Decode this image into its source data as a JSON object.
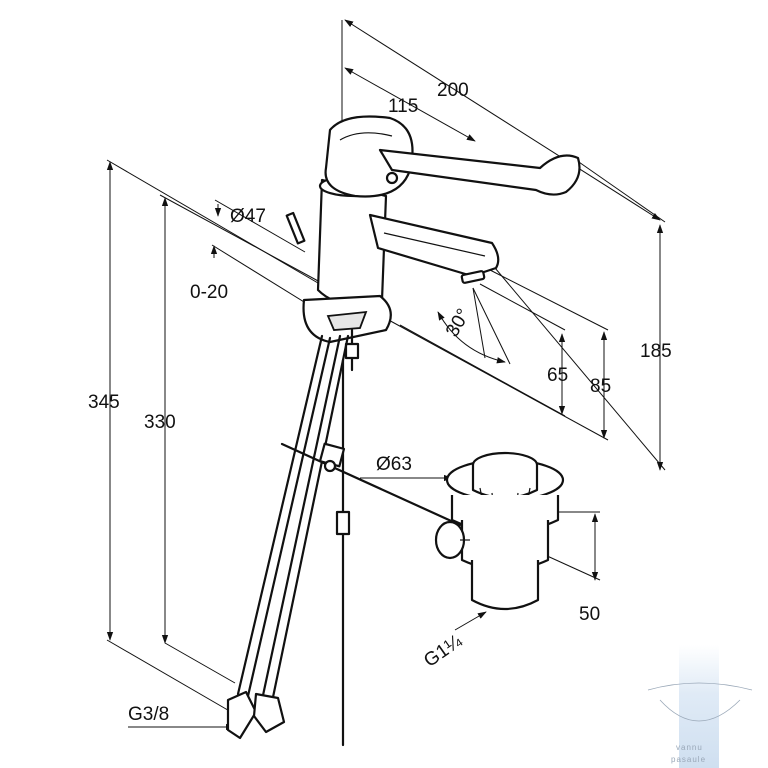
{
  "dimensions": {
    "d200": "200",
    "d115": "115",
    "d47": "Ø47",
    "d0_20": "0-20",
    "d30": "30°",
    "d185": "185",
    "d85": "85",
    "d65": "65",
    "d345": "345",
    "d330": "330",
    "d63": "Ø63",
    "d50": "50",
    "g114": "G1¼",
    "g38": "G3/8"
  },
  "watermark": {
    "line1": "vannu",
    "line2": "pasaule"
  },
  "colors": {
    "line": "#111111",
    "watermark": "#9aa8b8",
    "watermark_band": "#dce8f5"
  }
}
